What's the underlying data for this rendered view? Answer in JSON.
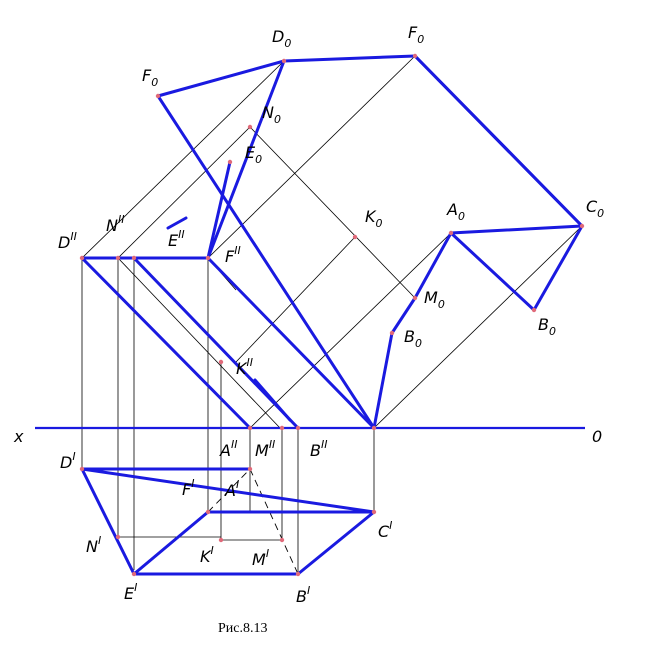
{
  "caption": "Рис.8.13",
  "axis": {
    "left": "x",
    "right": "0"
  },
  "labels": {
    "D0": {
      "main": "D",
      "sub": "0"
    },
    "F0_top": {
      "main": "F",
      "sub": "0"
    },
    "F0_left": {
      "main": "F",
      "sub": "0"
    },
    "N0": {
      "main": "N",
      "sub": "0"
    },
    "E0": {
      "main": "E",
      "sub": "0"
    },
    "K0": {
      "main": "K",
      "sub": "0"
    },
    "A0": {
      "main": "A",
      "sub": "0"
    },
    "C0": {
      "main": "C",
      "sub": "0"
    },
    "M0": {
      "main": "M",
      "sub": "0"
    },
    "B0_mid": {
      "main": "B",
      "sub": "0"
    },
    "B0_right": {
      "main": "B",
      "sub": "0"
    },
    "D2": {
      "main": "D",
      "sub": "II"
    },
    "N2": {
      "main": "N",
      "sub": "II"
    },
    "E2": {
      "main": "E",
      "sub": "II"
    },
    "F2": {
      "main": "F",
      "sub": "II"
    },
    "K2": {
      "main": "K",
      "sub": "II"
    },
    "A2": {
      "main": "A",
      "sub": "II"
    },
    "M2": {
      "main": "M",
      "sub": "II"
    },
    "B2": {
      "main": "B",
      "sub": "II"
    },
    "D1": {
      "main": "D",
      "sub": "I"
    },
    "F1": {
      "main": "F",
      "sub": "I"
    },
    "A1": {
      "main": "A",
      "sub": "I"
    },
    "C1": {
      "main": "C",
      "sub": "I"
    },
    "N1": {
      "main": "N",
      "sub": "I"
    },
    "K1": {
      "main": "K",
      "sub": "I"
    },
    "M1": {
      "main": "M",
      "sub": "I"
    },
    "E1": {
      "main": "E",
      "sub": "I"
    },
    "B1": {
      "main": "B",
      "sub": "I"
    }
  }
}
